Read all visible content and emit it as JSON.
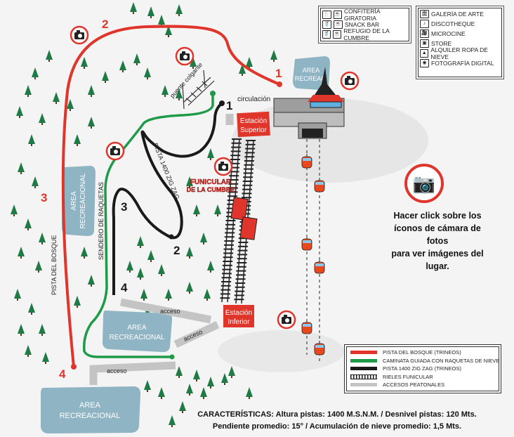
{
  "legend_services": [
    {
      "icon": "restaurant-icon",
      "label": "CONFITERÍA GIRATORIA"
    },
    {
      "icon": "snack-icon",
      "label": "SNACK BAR"
    },
    {
      "icon": "shelter-icon",
      "label": "REFUGIO DE LA CUMBRE"
    }
  ],
  "legend_facilities": [
    {
      "icon": "museum-icon",
      "label": "GALERÍA DE ARTE"
    },
    {
      "icon": "disco-icon",
      "label": "DISCOTHEQUE"
    },
    {
      "icon": "film-camera-icon",
      "label": "MICROCINE"
    },
    {
      "icon": "store-bag-icon",
      "label": "STORE"
    },
    {
      "icon": "jacket-icon",
      "label": "ALQUILER ROPA DE NIEVE"
    },
    {
      "icon": "photo-icon",
      "label": "FOTOGRAFÍA DIGITAL"
    }
  ],
  "legend_routes": [
    {
      "label": "PISTA DEL BOSQUE (TRINEOS)",
      "color": "#e0352b"
    },
    {
      "label": "CAMINATA GUIADA CON RAQUETAS DE NIEVE",
      "color": "#1f9a48"
    },
    {
      "label": "PISTA 1400 ZIG ZAG (TRINEOS)",
      "color": "#1a1a1a"
    },
    {
      "label": "RIELES FUNICULAR",
      "color": "#1a1a1a"
    },
    {
      "label": "ACCESOS PEATONALES",
      "color": "#c4c4c4"
    }
  ],
  "info_text": [
    "Hacer click sobre los",
    "íconos de cámara de fotos",
    "para ver imágenes del lugar."
  ],
  "characteristics": [
    "CARACTERÍSTICAS: Altura pistas: 1400 M.S.N.M. / Desnivel pistas: 120 Mts.",
    "Pendiente promedio: 15°  /  Acumulación de nieve promedio: 1,5 Mts."
  ],
  "labels": {
    "area_recreac": [
      "AREA",
      "RECREAC."
    ],
    "area_recreacional_vertical": [
      "AREA",
      "RECREACIONAL"
    ],
    "area_recreacional_mid": [
      "AREA",
      "RECREACIONAL"
    ],
    "area_recreacional_bottom": [
      "AREA",
      "RECREACIONAL"
    ],
    "estacion_superior": [
      "Estación",
      "Superior"
    ],
    "estacion_inferior": [
      "Estación",
      "Inferior"
    ],
    "funicular": [
      "FUNICULAR",
      "DE LA CUMBRE"
    ],
    "circulacion": "circulación",
    "puente": "puente colgante",
    "zigzag": "PISTA 1400 ZIG ZAG",
    "sendero": "SENDERO DE RAQUETAS",
    "bosque": "PISTA DEL BOSQUE",
    "acceso1": "acceso",
    "acceso2": "acceso",
    "acceso3": "acceso"
  },
  "markers": {
    "red": [
      "1",
      "2",
      "3",
      "4"
    ],
    "black": [
      "1",
      "2",
      "3",
      "4"
    ]
  },
  "colors": {
    "red": "#e0352b",
    "green": "#1f9a48",
    "black": "#1a1a1a",
    "gray": "#c4c4c4",
    "area": "#8fb4c4"
  }
}
